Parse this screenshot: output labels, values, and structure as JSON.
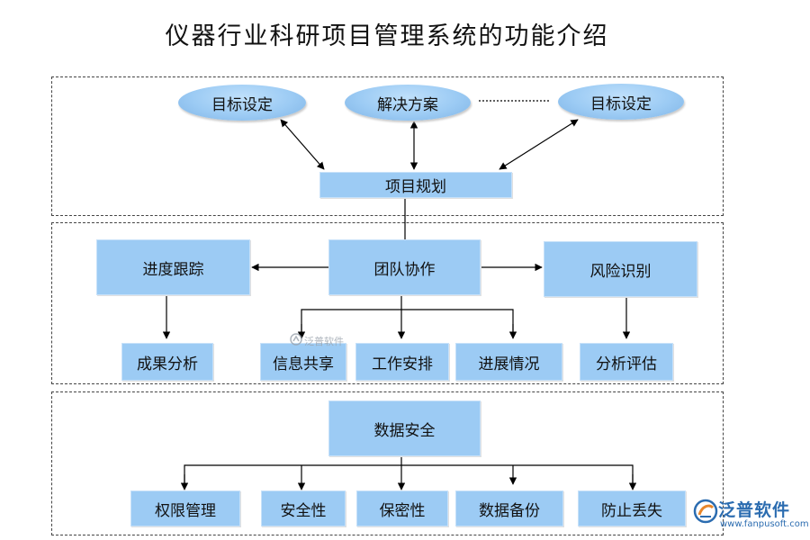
{
  "title": "仪器行业科研项目管理系统的功能介绍",
  "top": {
    "goal_left": "目标设定",
    "solution": "解决方案",
    "goal_right": "目标设定",
    "planning": "项目规划"
  },
  "middle": {
    "progress_tracking": "进度跟踪",
    "team_collab": "团队协作",
    "risk_identify": "风险识别",
    "result_analysis": "成果分析",
    "info_share": "信息共享",
    "work_arrange": "工作安排",
    "progress_status": "进展情况",
    "analysis_eval": "分析评估"
  },
  "bottom": {
    "data_security": "数据安全",
    "permission": "权限管理",
    "safety": "安全性",
    "confidentiality": "保密性",
    "data_backup": "数据备份",
    "loss_prevention": "防止丢失"
  },
  "watermark": {
    "small": "泛普软件",
    "logo_name": "泛普软件",
    "logo_url": "www.fanpusoft.com"
  },
  "colors": {
    "box_fill": "#9ccbf4",
    "logo": "#2b6cb0"
  }
}
